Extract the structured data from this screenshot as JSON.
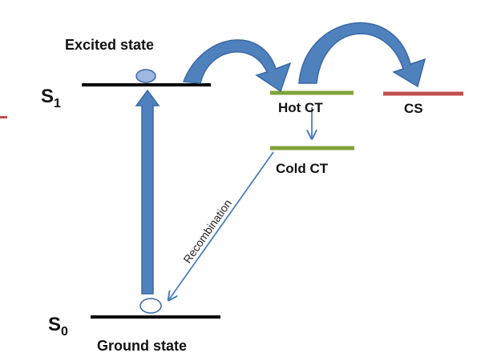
{
  "levels": {
    "s1_symbol": "S",
    "s1_subscript": "1",
    "s0_symbol": "S",
    "s0_subscript": "0",
    "excited_state": "Excited state",
    "ground_state": "Ground state",
    "hot_ct": "Hot CT",
    "cold_ct": "Cold CT",
    "cs": "CS"
  },
  "transitions": {
    "recombination": "Recombination"
  },
  "colors": {
    "level_line": "#000000",
    "ct_level": "#7FA33A",
    "cs_level": "#C0504D",
    "arrow_fill": "#4F81BD",
    "arrow_stroke": "#3A68A6",
    "electron_fill": "#9DB7DF",
    "hole_fill": "#FFFFFF",
    "edge_mark": "#C0504D"
  }
}
